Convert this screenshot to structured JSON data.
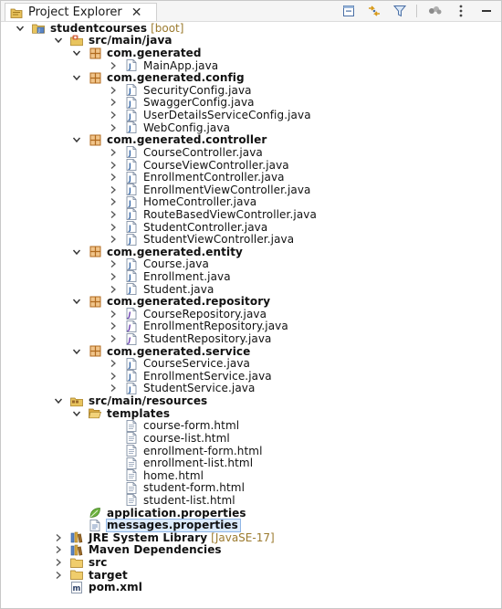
{
  "panel": {
    "title": "Project Explorer",
    "close_glyph": "✕",
    "toolbar_icons": [
      "collapse-all-icon",
      "link-with-editor-icon",
      "filter-icon",
      "focus-icon",
      "view-menu-icon",
      "minimize-icon"
    ]
  },
  "tree": [
    {
      "label": "studentcourses",
      "decoration": "[boot]",
      "level": 0,
      "icon": "project-icon",
      "twisty": "expanded",
      "bold": true
    },
    {
      "label": "src/main/java",
      "level": 1,
      "icon": "source-folder-icon",
      "twisty": "expanded",
      "bold": true
    },
    {
      "label": "com.generated",
      "level": 2,
      "icon": "package-icon",
      "twisty": "expanded",
      "bold": true
    },
    {
      "label": "MainApp.java",
      "level": 3,
      "icon": "java-file-icon",
      "twisty": "collapsed"
    },
    {
      "label": "com.generated.config",
      "level": 2,
      "icon": "package-icon",
      "twisty": "expanded",
      "bold": true
    },
    {
      "label": "SecurityConfig.java",
      "level": 3,
      "icon": "java-file-icon",
      "twisty": "collapsed"
    },
    {
      "label": "SwaggerConfig.java",
      "level": 3,
      "icon": "java-file-icon",
      "twisty": "collapsed"
    },
    {
      "label": "UserDetailsServiceConfig.java",
      "level": 3,
      "icon": "java-file-icon",
      "twisty": "collapsed"
    },
    {
      "label": "WebConfig.java",
      "level": 3,
      "icon": "java-file-icon",
      "twisty": "collapsed"
    },
    {
      "label": "com.generated.controller",
      "level": 2,
      "icon": "package-icon",
      "twisty": "expanded",
      "bold": true
    },
    {
      "label": "CourseController.java",
      "level": 3,
      "icon": "java-file-icon",
      "twisty": "collapsed"
    },
    {
      "label": "CourseViewController.java",
      "level": 3,
      "icon": "java-file-icon",
      "twisty": "collapsed"
    },
    {
      "label": "EnrollmentController.java",
      "level": 3,
      "icon": "java-file-icon",
      "twisty": "collapsed"
    },
    {
      "label": "EnrollmentViewController.java",
      "level": 3,
      "icon": "java-file-icon",
      "twisty": "collapsed"
    },
    {
      "label": "HomeController.java",
      "level": 3,
      "icon": "java-file-icon",
      "twisty": "collapsed"
    },
    {
      "label": "RouteBasedViewController.java",
      "level": 3,
      "icon": "java-file-icon",
      "twisty": "collapsed"
    },
    {
      "label": "StudentController.java",
      "level": 3,
      "icon": "java-file-icon",
      "twisty": "collapsed"
    },
    {
      "label": "StudentViewController.java",
      "level": 3,
      "icon": "java-file-icon",
      "twisty": "collapsed"
    },
    {
      "label": "com.generated.entity",
      "level": 2,
      "icon": "package-icon",
      "twisty": "expanded",
      "bold": true
    },
    {
      "label": "Course.java",
      "level": 3,
      "icon": "java-file-icon",
      "twisty": "collapsed"
    },
    {
      "label": "Enrollment.java",
      "level": 3,
      "icon": "java-file-icon",
      "twisty": "collapsed"
    },
    {
      "label": "Student.java",
      "level": 3,
      "icon": "java-file-icon",
      "twisty": "collapsed"
    },
    {
      "label": "com.generated.repository",
      "level": 2,
      "icon": "package-icon",
      "twisty": "expanded",
      "bold": true
    },
    {
      "label": "CourseRepository.java",
      "level": 3,
      "icon": "java-interface-icon",
      "twisty": "collapsed"
    },
    {
      "label": "EnrollmentRepository.java",
      "level": 3,
      "icon": "java-interface-icon",
      "twisty": "collapsed"
    },
    {
      "label": "StudentRepository.java",
      "level": 3,
      "icon": "java-interface-icon",
      "twisty": "collapsed"
    },
    {
      "label": "com.generated.service",
      "level": 2,
      "icon": "package-icon",
      "twisty": "expanded",
      "bold": true
    },
    {
      "label": "CourseService.java",
      "level": 3,
      "icon": "java-file-icon",
      "twisty": "collapsed"
    },
    {
      "label": "EnrollmentService.java",
      "level": 3,
      "icon": "java-file-icon",
      "twisty": "collapsed"
    },
    {
      "label": "StudentService.java",
      "level": 3,
      "icon": "java-file-icon",
      "twisty": "collapsed"
    },
    {
      "label": "src/main/resources",
      "level": 1,
      "icon": "resource-folder-icon",
      "twisty": "expanded",
      "bold": true
    },
    {
      "label": "templates",
      "level": 2,
      "icon": "open-folder-icon",
      "twisty": "expanded",
      "bold": true
    },
    {
      "label": "course-form.html",
      "level": 3,
      "icon": "html-file-icon",
      "twisty": "none"
    },
    {
      "label": "course-list.html",
      "level": 3,
      "icon": "html-file-icon",
      "twisty": "none"
    },
    {
      "label": "enrollment-form.html",
      "level": 3,
      "icon": "html-file-icon",
      "twisty": "none"
    },
    {
      "label": "enrollment-list.html",
      "level": 3,
      "icon": "html-file-icon",
      "twisty": "none"
    },
    {
      "label": "home.html",
      "level": 3,
      "icon": "html-file-icon",
      "twisty": "none"
    },
    {
      "label": "student-form.html",
      "level": 3,
      "icon": "html-file-icon",
      "twisty": "none"
    },
    {
      "label": "student-list.html",
      "level": 3,
      "icon": "html-file-icon",
      "twisty": "none"
    },
    {
      "label": "application.properties",
      "level": 2,
      "icon": "spring-leaf-icon",
      "twisty": "none",
      "bold": true
    },
    {
      "label": "messages.properties",
      "level": 2,
      "icon": "properties-file-icon",
      "twisty": "none",
      "bold": true,
      "selected": true
    },
    {
      "label": "JRE System Library",
      "decoration": "[JavaSE-17]",
      "level": 1,
      "icon": "library-icon",
      "twisty": "collapsed",
      "bold": true
    },
    {
      "label": "Maven Dependencies",
      "level": 1,
      "icon": "library-icon",
      "twisty": "collapsed",
      "bold": true
    },
    {
      "label": "src",
      "level": 1,
      "icon": "folder-icon",
      "twisty": "collapsed",
      "bold": true
    },
    {
      "label": "target",
      "level": 1,
      "icon": "folder-icon",
      "twisty": "collapsed",
      "bold": true
    },
    {
      "label": "pom.xml",
      "level": 1,
      "icon": "maven-pom-icon",
      "twisty": "none",
      "bold": true
    }
  ],
  "colors": {
    "package": "#b06a1e",
    "java_file": "#3a6aa8",
    "folder": "#d8a740",
    "selection_bg": "#dcebfc",
    "selection_border": "#8fb6e6",
    "decoration": "#9b7a2e"
  }
}
